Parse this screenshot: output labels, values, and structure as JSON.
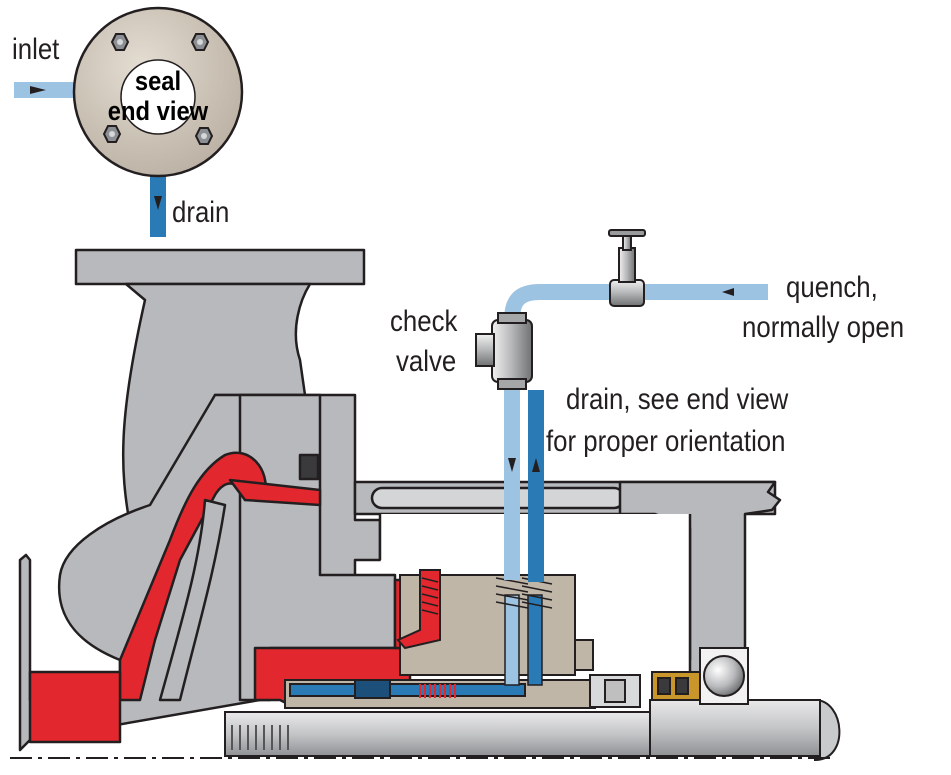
{
  "labels": {
    "inlet": "inlet",
    "seal_end_view_line1": "seal",
    "seal_end_view_line2": "end view",
    "drain_top": "drain",
    "check_valve_line1": "check",
    "check_valve_line2": "valve",
    "quench_line1": "quench,",
    "quench_line2": "normally open",
    "drain_note_line1": "drain, see end view",
    "drain_note_line2": "for proper orientation"
  },
  "colors": {
    "casing_gray": "#b7b9bc",
    "outline": "#231f20",
    "impeller_red": "#e2282e",
    "quench_blue": "#9dc3e3",
    "drain_blue": "#2a7ab6",
    "seal_tan": "#bfb6a8",
    "brass": "#c9962c",
    "background": "#ffffff"
  },
  "icons": {
    "seal_end_view": "flange-end-view-icon",
    "valve": "globe-valve-icon",
    "check_valve": "check-valve-icon",
    "bearing": "ball-bearing-icon"
  }
}
